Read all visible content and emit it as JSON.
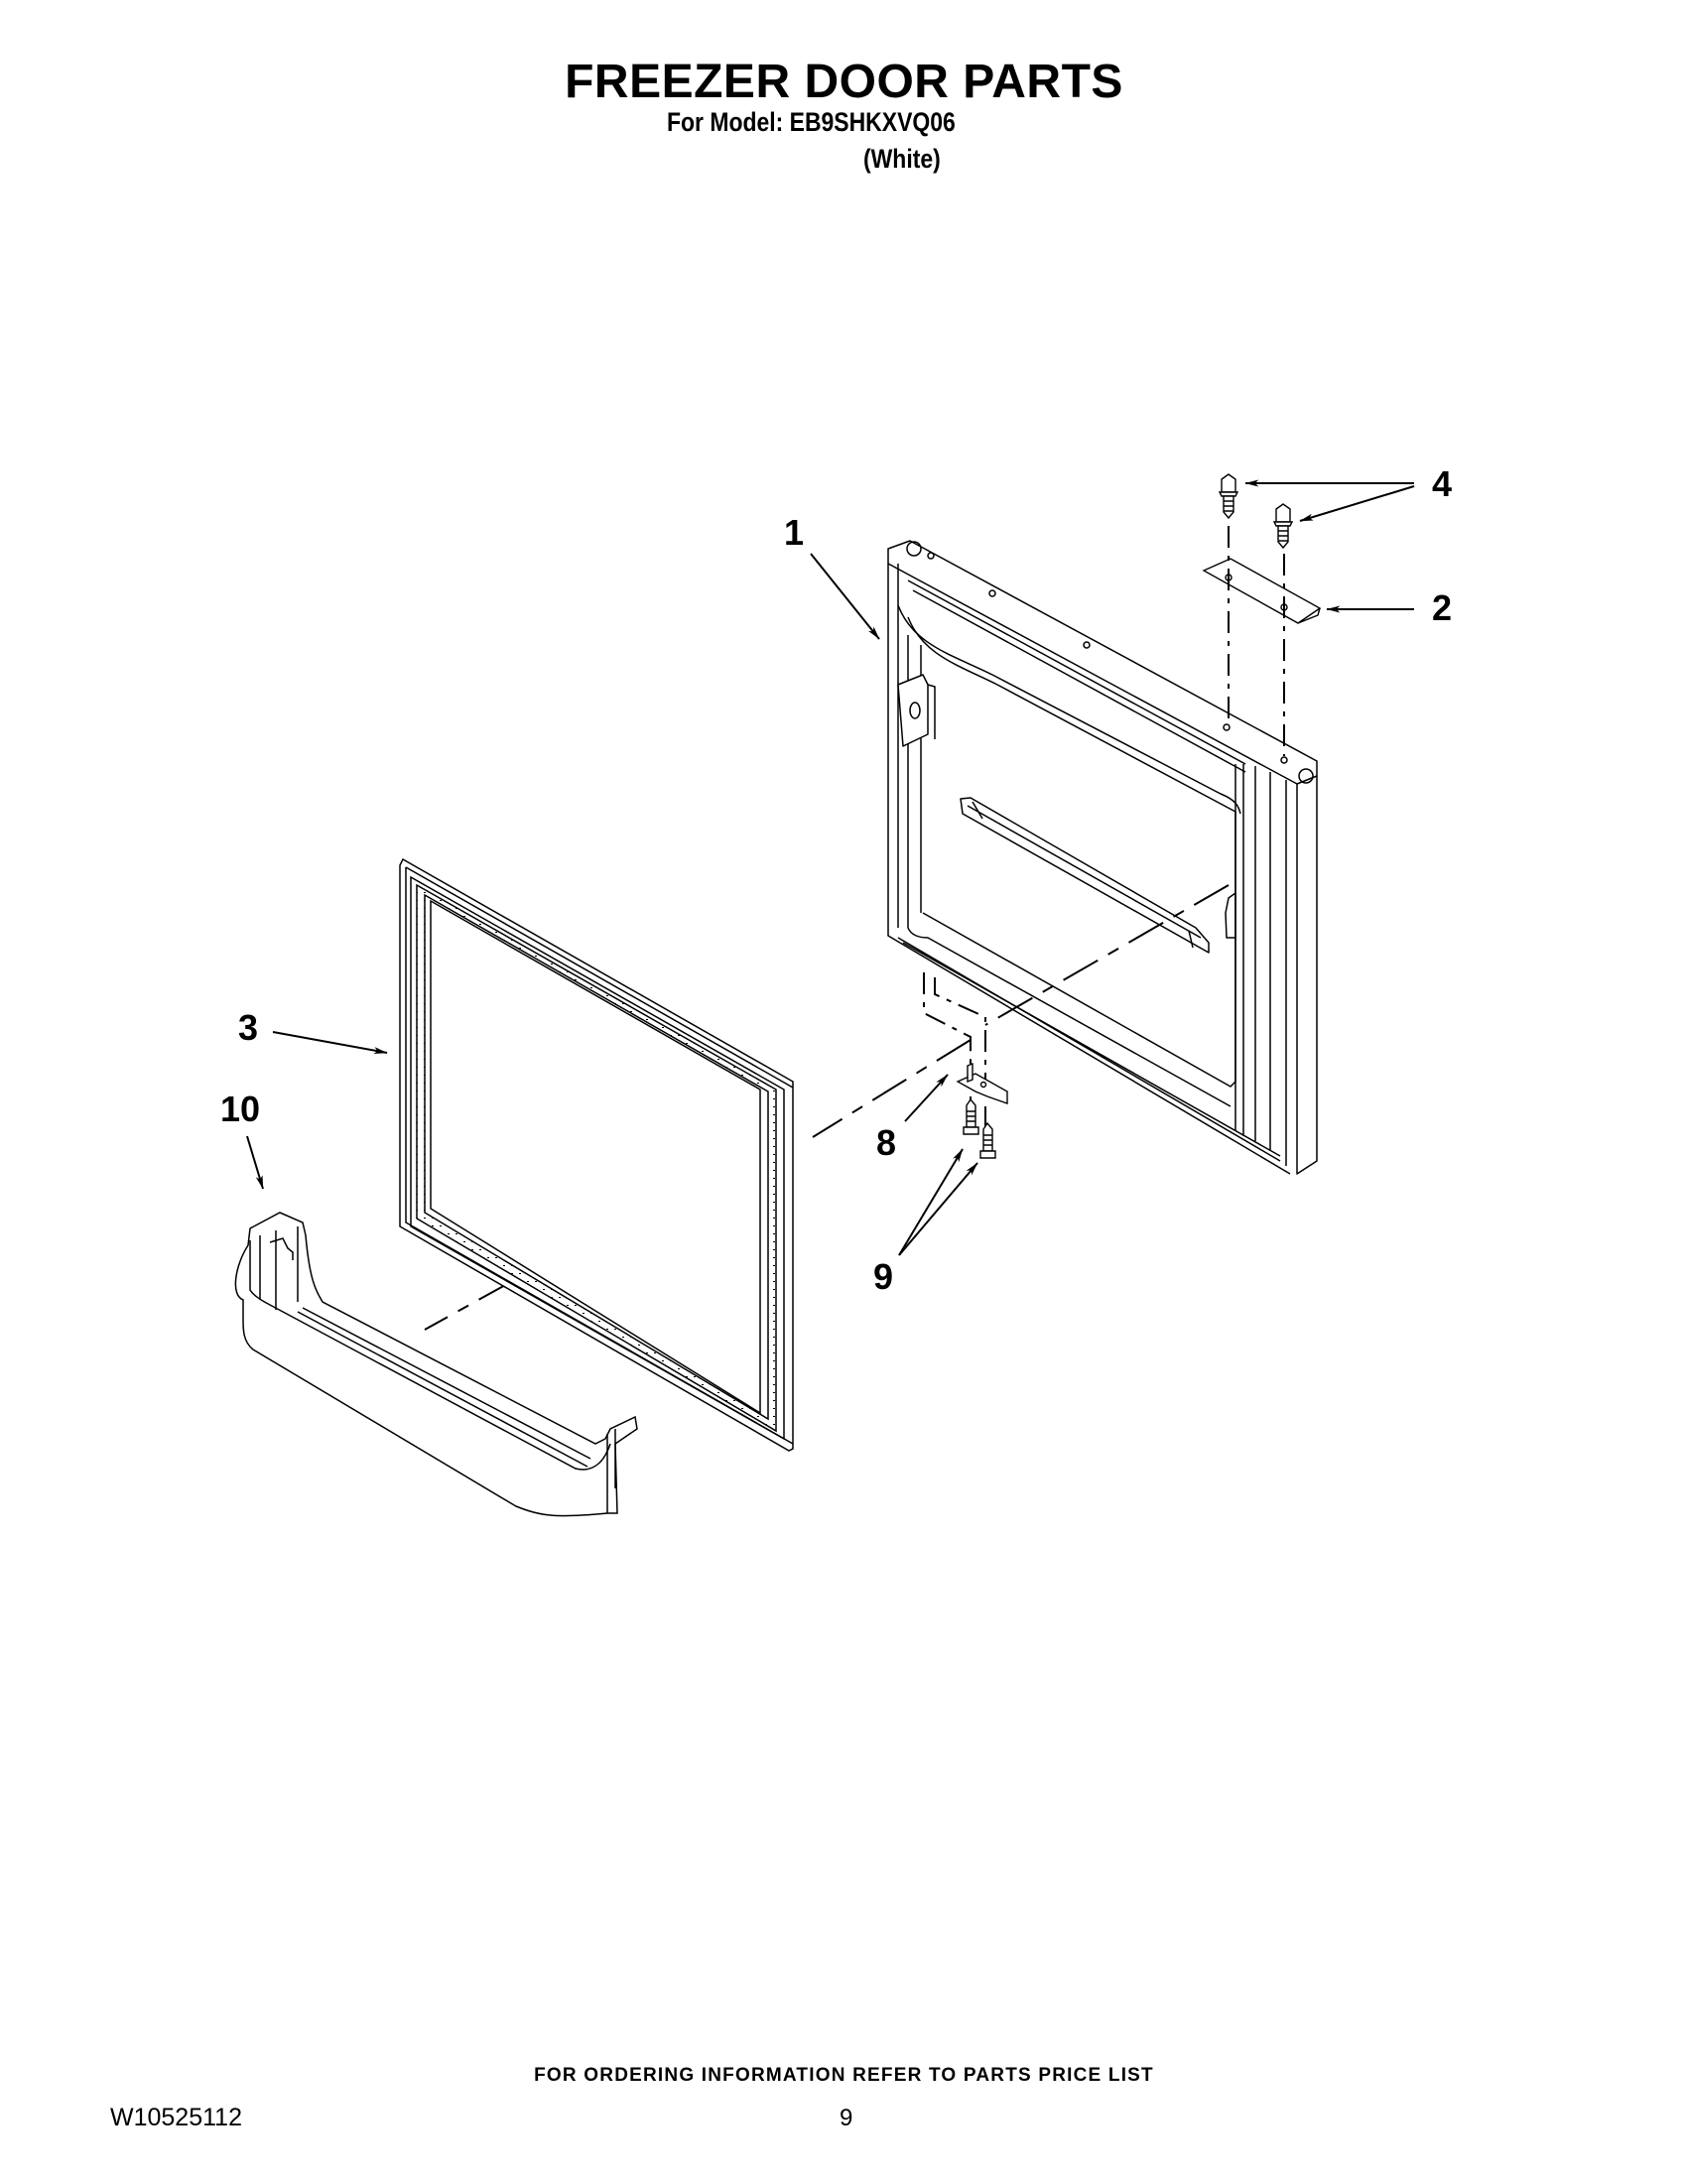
{
  "header": {
    "title": "FREEZER DOOR PARTS",
    "model_line": "For Model: EB9SHKXVQ06",
    "color": "(White)"
  },
  "diagram": {
    "parts": [
      {
        "callout": "1",
        "part": "freezer-door"
      },
      {
        "callout": "2",
        "part": "hinge-bracket"
      },
      {
        "callout": "3",
        "part": "door-gasket"
      },
      {
        "callout": "4",
        "part": "screws-top"
      },
      {
        "callout": "8",
        "part": "lower-bracket"
      },
      {
        "callout": "9",
        "part": "screws-bottom"
      },
      {
        "callout": "10",
        "part": "door-bin"
      }
    ],
    "line_color": "#000000",
    "background": "#ffffff"
  },
  "footer": {
    "ordering_note": "FOR ORDERING INFORMATION REFER TO PARTS PRICE LIST",
    "page_number": "9",
    "document_number": "W10525112"
  }
}
